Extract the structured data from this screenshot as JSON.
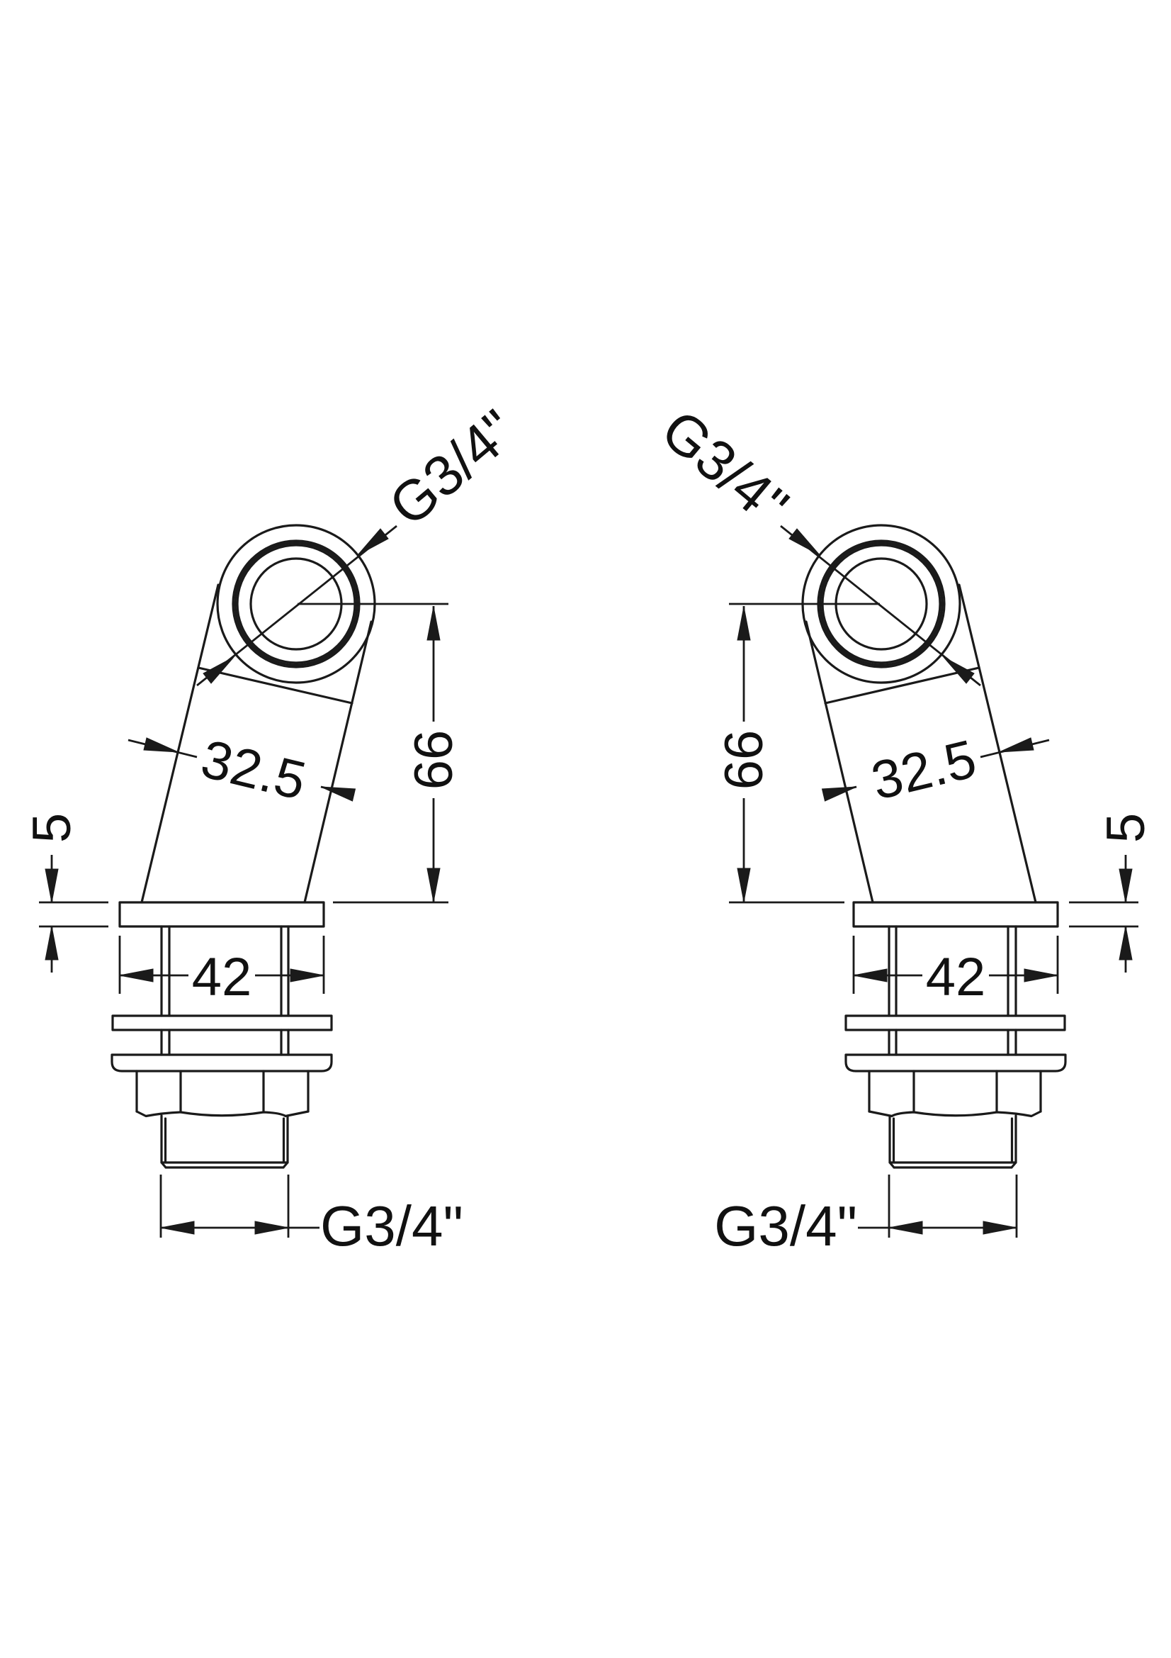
{
  "drawing": {
    "kind": "technical-dimension-drawing",
    "colors": {
      "background": "#ffffff",
      "line": "#1a1a1a",
      "text": "#111111"
    },
    "views": [
      {
        "id": "left-fitting"
      },
      {
        "id": "right-fitting"
      }
    ],
    "dimensions": {
      "inlet_thread": "G3/4\"",
      "body_width": "32.5",
      "height_to_center": "66",
      "flange_thickness": "5",
      "flange_width": "42",
      "outlet_thread": "G3/4\""
    }
  }
}
